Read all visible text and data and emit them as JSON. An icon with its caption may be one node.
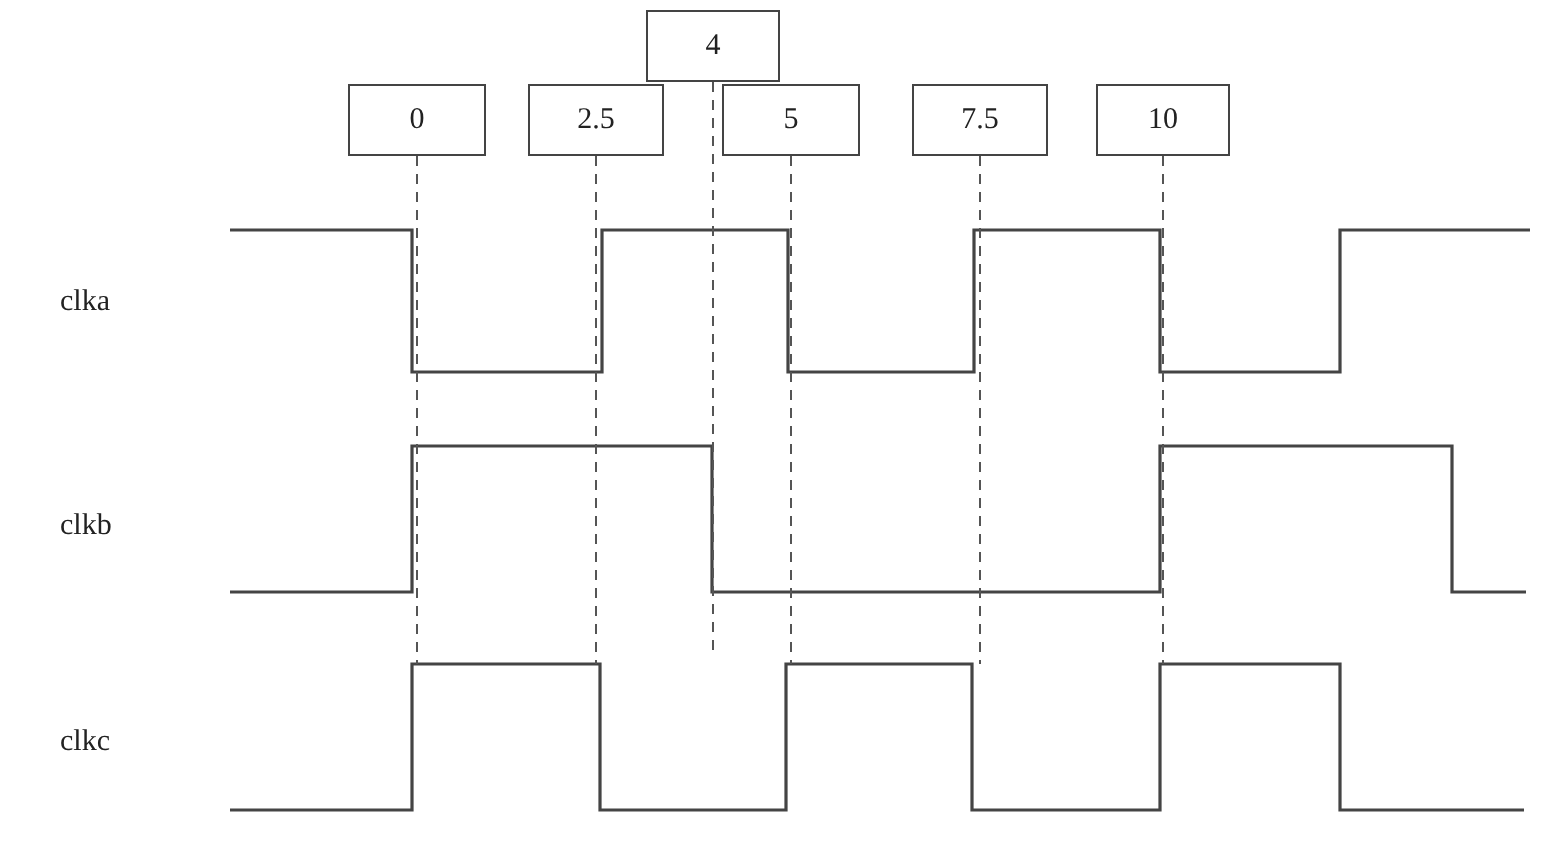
{
  "diagram": {
    "nodes": [
      {
        "text": [
          "0"
        ]
      },
      {
        "text": [
          "2.5"
        ]
      },
      {
        "text": [
          "4"
        ]
      },
      {
        "text": [
          "5"
        ]
      },
      {
        "text": [
          "7.5"
        ]
      },
      {
        "text": [
          "10"
        ]
      }
    ],
    "labels": [
      "clka",
      "clkb",
      "clkc"
    ]
  }
}
